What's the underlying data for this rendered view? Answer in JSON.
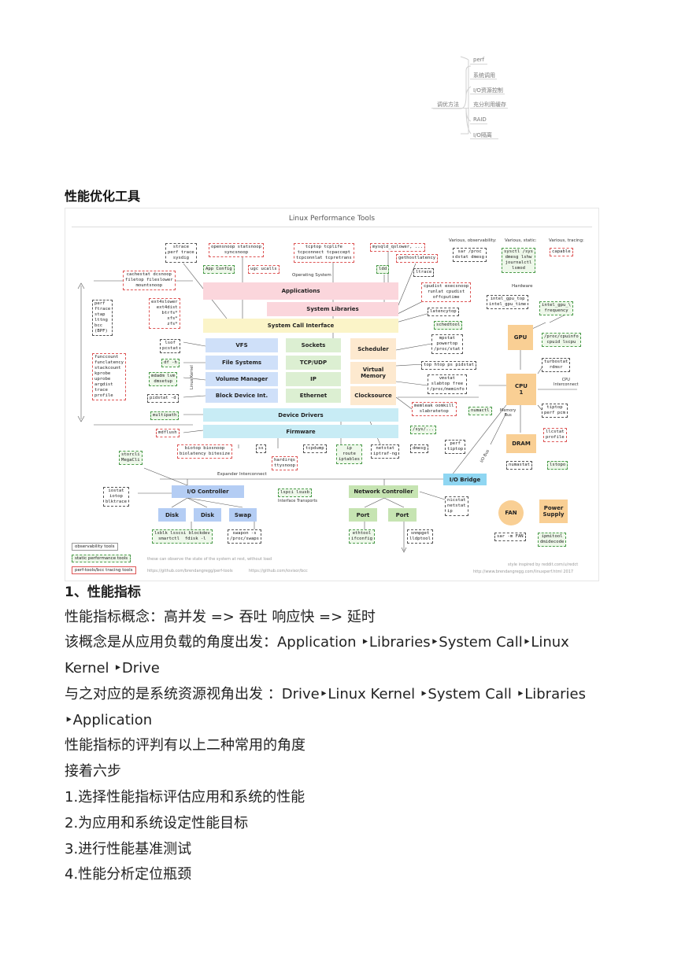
{
  "mindmap": {
    "root": "调优方法",
    "items": [
      "perf",
      "系统调用",
      "I/O资源控制",
      "充分利用缓存",
      "RAID",
      "I/O隔离"
    ]
  },
  "section_title": "性能优化工具",
  "diagram": {
    "title": "Linux Performance Tools",
    "header_labels": {
      "observability": "Various, observability:",
      "static": "Various, static:",
      "tracing": "Various, tracing:"
    },
    "operating_system": "Operating System",
    "hardware": "Hardware",
    "linux_kernel": "Linux Kernel",
    "expander": "Expander Interconnect",
    "interface_transports": "Interface Transports",
    "cpu_interconnect": "CPU\nInterconnect",
    "memory_bus": "Memory\nBus",
    "io_bus": "I/O Bus",
    "layers": {
      "applications": "Applications",
      "system_libraries": "System Libraries",
      "system_call_interface": "System Call Interface",
      "vfs": "VFS",
      "file_systems": "File Systems",
      "volume_manager": "Volume Manager",
      "block_device": "Block Device Int.",
      "sockets": "Sockets",
      "tcp_udp": "TCP/UDP",
      "ip": "IP",
      "ethernet": "Ethernet",
      "scheduler": "Scheduler",
      "virtual_memory": "Virtual\nMemory",
      "clocksource": "Clocksource",
      "device_drivers": "Device Drivers",
      "firmware": "Firmware",
      "gpu": "GPU",
      "cpu": "CPU\n1",
      "dram": "DRAM",
      "io_bridge": "I/O Bridge",
      "io_controller": "I/O Controller",
      "network_controller": "Network Controller",
      "disk1": "Disk",
      "disk2": "Disk",
      "swap": "Swap",
      "port1": "Port",
      "port2": "Port",
      "fan": "FAN",
      "power_supply": "Power\nSupply"
    },
    "tools": {
      "strace": "strace\nperf trace\nsysdig",
      "opensnoop": "opensnoop statsnoop\nsyncsnoop",
      "tcptop": "tcptop tcplife\ntcpconnect tcpaccept\ntcpconnlat tcpretrans",
      "mysqld": "mysqld_qslower, ...",
      "sar_proc": "sar /proc\ndstat dmesg",
      "sysctl": "sysctl /sys\ndmesg lshw\njournalctl\nlsmod",
      "capable": "capable",
      "appconfig": "App Config",
      "ugc": "ugc ucalls",
      "gethost": "gethostlatency",
      "ldd": "ldd",
      "ltrace": "ltrace",
      "cachestat": "cachestat dcsnoop\nfiletop fileslower\nmountsnoop",
      "cpudist": "cpudist execsnoop\nrunlat cpudist\noffcputime",
      "intel_gpu": "intel_gpu_top\nintel_gpu_time",
      "intel_gpu_freq": "intel_gpu_\\\nfrequency",
      "perf_bpf": "perf\nftrace\nstap\nlttng\nbcc\n(BPF)",
      "ext4slower": "ext4slower\next4dist\nbtrfs*\nxfs*\nzfs*",
      "latencytop": "latencytop",
      "schedtool": "schedtool",
      "funccount": "funccount\nfunclatency\nstackcount\nkprobe\nuprobe\nargdist\ntrace\nprofile",
      "lsof": "lsof\npcstat",
      "mpstat": "mpstat\npowertop\n/proc/stat",
      "proc_cpuinfo": "/proc/cpuinfo\ncpuid lscpu",
      "df": "df -h",
      "top": "top htop ps pidstat",
      "turbostat": "turbostat\nrdmsr",
      "mdadm": "mdadm lvm\ndmsetup",
      "vmstat": "vmstat\nslabtop free\n/proc/meminfo",
      "pidstat": "pidstat -d",
      "memleak": "memleak oomkill\nslabratetop",
      "numactl": "numactl",
      "tiptop": "tiptop\nperf pcm",
      "multipath": "multipath",
      "sys": "/sys/...",
      "llcstat": "llcstat\nprofile",
      "mdflush": "mdflush",
      "biotop": "biotop biosnoop\nbiolatency bitesize",
      "ss": "ss",
      "tcpdump": "tcpdump",
      "ip_route": "ip\nroute\niptables",
      "netstat": "netstat\niptraf-ng",
      "dmesg": "dmesg",
      "perf_tiptop": "perf\ntiptop",
      "hardirqs": "hardirqs\nttysnoop",
      "numastat": "numastat",
      "lstopo": "lstopo",
      "storcli": "storcli\nMegaCli",
      "iostat": "iostat\niotop\nblktrace",
      "lspci": "lspci lsusb",
      "nicstat": "nicstat\nnetstat\nip",
      "lsblk": "lsblk lsscsi blockdev\nsmartctl  fdisk -l",
      "swapon": "swapon -s\n/proc/swaps",
      "ethtool": "ethtool\nifconfig",
      "snmpget": "snmpget\nlldptool",
      "sar_fan": "sar -m FAN",
      "ipmitool": "ipmitool\ndmidecode"
    },
    "legend": {
      "observability": "observability tools",
      "static": "static performance tools",
      "perftools": "perf-tools/bcc tracing tools"
    },
    "footer": {
      "rest": "these can observe the state of the system at rest, without load",
      "url1": "https://github.com/brendangregg/perf-tools",
      "url2": "https://github.com/iovisor/bcc",
      "style": "style inspired by reddit.com/u/redct",
      "url3": "http://www.brendangregg.com/linuxperf.html 2017"
    }
  },
  "body": {
    "heading": "1、性能指标",
    "line1": "性能指标概念：高并发 => 吞吐 响应快 => 延时",
    "line2": "该概念是从应用负载的角度出发：Application ‣Libraries‣System Call‣Linux",
    "line3": "Kernel ‣Drive",
    "line4": "与之对应的是系统资源视角出发 ：Drive‣Linux Kernel ‣System Call ‣Libraries",
    "line5": "‣Application",
    "line6": "性能指标的评判有以上二种常用的角度",
    "line7": "接着六步",
    "line8": "1.选择性能指标评估应用和系统的性能",
    "line9": "2.为应用和系统设定性能目标",
    "line10": "3.进行性能基准测试",
    "line11": "4.性能分析定位瓶颈"
  }
}
